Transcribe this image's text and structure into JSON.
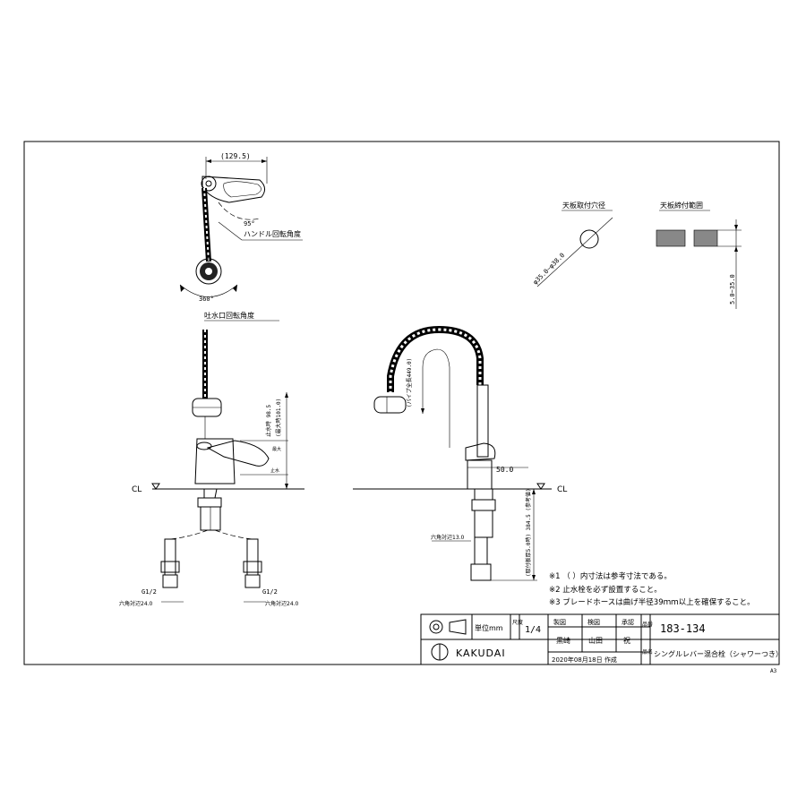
{
  "top_view": {
    "dim_width": "(129.5)",
    "angle_handle": "95°",
    "label_handle_rotation": "ハンドル回転角度",
    "angle_spout": "360°"
  },
  "front_view": {
    "label_spout_rotation": "吐水口回転角度",
    "dim_height_1": "(最大時101.0)",
    "dim_height_2": "止水時 98.5",
    "label_max": "最大",
    "label_stop": "止水",
    "cl_label": "CL",
    "g_left": "G1/2",
    "g_right": "G1/2",
    "nut_left": "六角対辺24.0",
    "nut_right": "六角対辺24.0"
  },
  "side_view": {
    "pipe_label": "(パイプ全長449.0)",
    "dim_spout": "50.0",
    "cl_label": "CL",
    "nut_dim": "六角対辺13.0",
    "dim_below": "(取付板厚5.0時) 384.5 (参考値)"
  },
  "hole": {
    "title": "天板取付穴径",
    "dim": "φ35.0~φ38.0"
  },
  "plate": {
    "title": "天板締付範囲",
    "dim": "5.0~35.0"
  },
  "notes": [
    "※1 （ ）内寸法は参考寸法である。",
    "※2 止水栓を必ず設置すること。",
    "※3 ブレードホースは曲げ半径39ｍｍ以上を確保すること。"
  ],
  "title_block": {
    "unit": "単位mm",
    "scale_label": "尺度",
    "scale_value": "1/4",
    "col_design": "製図",
    "col_check": "検図",
    "col_approve": "承認",
    "name_design": "黒崎",
    "name_check": "山田",
    "name_approve": "祝",
    "label_part_no": "品番",
    "part_no": "183-134",
    "label_name": "品名",
    "product_name": "シングルレバー混合栓（シャワーつき）",
    "company": "KAKUDAI",
    "date": "2020年08月18日 作成",
    "sheet_size": "A3"
  }
}
